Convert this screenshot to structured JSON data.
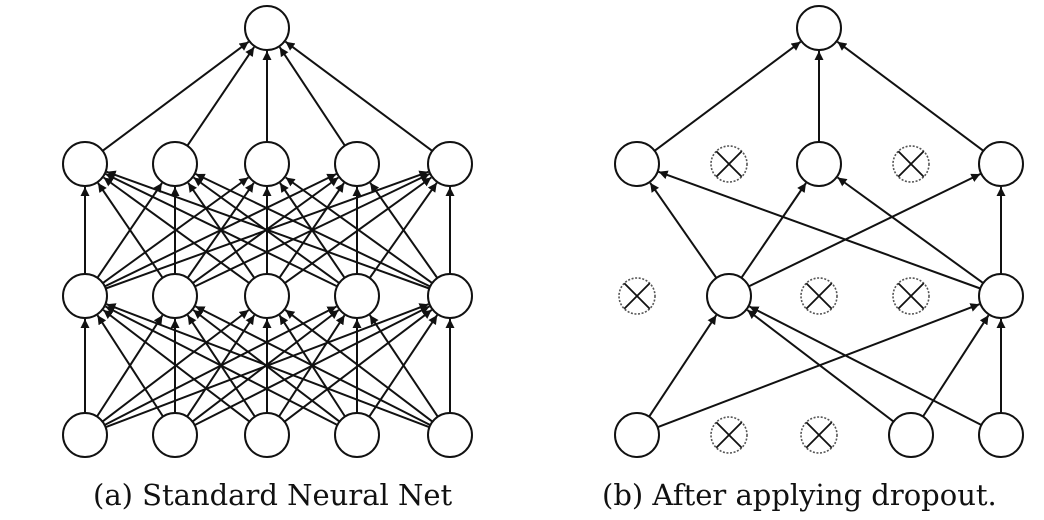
{
  "panels": [
    {
      "caption": "(a) Standard Neural Net",
      "layers": [
        [
          true,
          true,
          true,
          true,
          true
        ],
        [
          true,
          true,
          true,
          true,
          true
        ],
        [
          true,
          true,
          true,
          true,
          true
        ],
        [
          true
        ]
      ],
      "edges": "full"
    },
    {
      "caption": "(b) After applying dropout.",
      "layers": [
        [
          true,
          false,
          false,
          true,
          true
        ],
        [
          false,
          true,
          false,
          false,
          true
        ],
        [
          true,
          false,
          true,
          false,
          true
        ],
        [
          true
        ]
      ],
      "edges": [
        {
          "from": [
            0,
            0
          ],
          "to": [
            1,
            1
          ]
        },
        {
          "from": [
            0,
            0
          ],
          "to": [
            1,
            4
          ]
        },
        {
          "from": [
            0,
            3
          ],
          "to": [
            1,
            1
          ]
        },
        {
          "from": [
            0,
            3
          ],
          "to": [
            1,
            4
          ]
        },
        {
          "from": [
            0,
            4
          ],
          "to": [
            1,
            1
          ]
        },
        {
          "from": [
            0,
            4
          ],
          "to": [
            1,
            4
          ]
        },
        {
          "from": [
            1,
            1
          ],
          "to": [
            2,
            0
          ]
        },
        {
          "from": [
            1,
            1
          ],
          "to": [
            2,
            2
          ]
        },
        {
          "from": [
            1,
            1
          ],
          "to": [
            2,
            4
          ]
        },
        {
          "from": [
            1,
            4
          ],
          "to": [
            2,
            0
          ]
        },
        {
          "from": [
            1,
            4
          ],
          "to": [
            2,
            2
          ]
        },
        {
          "from": [
            1,
            4
          ],
          "to": [
            2,
            4
          ]
        },
        {
          "from": [
            2,
            0
          ],
          "to": [
            3,
            0
          ]
        },
        {
          "from": [
            2,
            2
          ],
          "to": [
            3,
            0
          ]
        },
        {
          "from": [
            2,
            4
          ],
          "to": [
            3,
            0
          ]
        }
      ]
    }
  ],
  "colors": {
    "stroke": "#111111",
    "dropped_stroke": "#555555",
    "node_fill": "#ffffff"
  }
}
